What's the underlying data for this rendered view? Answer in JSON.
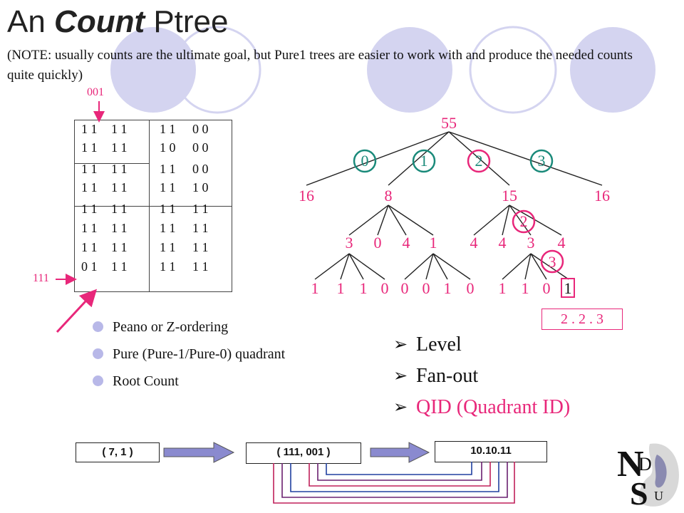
{
  "title": {
    "prefix": "An ",
    "emph": "Count",
    "suffix": " Ptree"
  },
  "note": "(NOTE: usually counts are the ultimate goal, but Pure1 trees are easier to work with and produce the needed counts quite quickly)",
  "grid": {
    "rows": [
      [
        "1 1",
        "1 1",
        "1 1",
        "0 0"
      ],
      [
        "1 1",
        "1 1",
        "1 0",
        "0 0"
      ],
      [
        "1 1",
        "1 1",
        "1 1",
        "0 0"
      ],
      [
        "1 1",
        "1 1",
        "1 1",
        "1 0"
      ],
      [
        "1 1",
        "1 1",
        "1 1",
        "1 1"
      ],
      [
        "1 1",
        "1 1",
        "1 1",
        "1 1"
      ],
      [
        "1 1",
        "1 1",
        "1 1",
        "1 1"
      ],
      [
        "0 1",
        "1 1",
        "1 1",
        "1 1"
      ]
    ],
    "label_top": "001",
    "label_left": "111"
  },
  "bullets": [
    "Peano or Z-ordering",
    "Pure (Pure-1/Pure-0) quadrant",
    "Root Count"
  ],
  "arrow_list": [
    "Level",
    "Fan-out",
    "QID (Quadrant ID)"
  ],
  "tree": {
    "root": "55",
    "child_ids": [
      "0",
      "1",
      "2",
      "3"
    ],
    "level1": [
      "16",
      "8",
      "15",
      "16"
    ],
    "level2_id": "2",
    "level2": [
      "3",
      "0",
      "4",
      "1",
      "4",
      "4",
      "3",
      "4"
    ],
    "level3_id": "3",
    "leaves": [
      "1",
      "1",
      "1",
      "0",
      "0",
      "0",
      "1",
      "0",
      "1",
      "1",
      "0",
      "1"
    ]
  },
  "qid": "2 . 2 . 3",
  "flow": {
    "box1": "( 7, 1 )",
    "box2": "( 111, 001 )",
    "box3": "10.10.11"
  },
  "colors": {
    "accent": "#e8277a",
    "teal": "#1a8a7a",
    "bullet": "#b8b8e8"
  }
}
